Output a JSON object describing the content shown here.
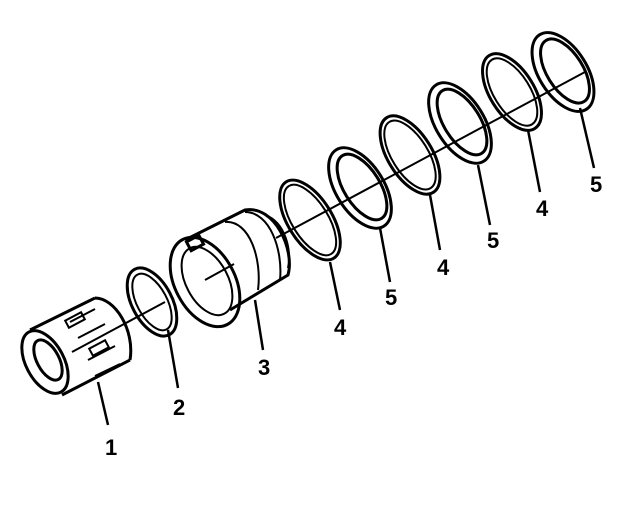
{
  "callouts": {
    "bearing": "1",
    "ring_2": "2",
    "hub": "3",
    "ring_4a": "4",
    "ring_5a": "5",
    "ring_4b": "4",
    "ring_5b": "5",
    "ring_4c": "4",
    "ring_5c": "5"
  }
}
